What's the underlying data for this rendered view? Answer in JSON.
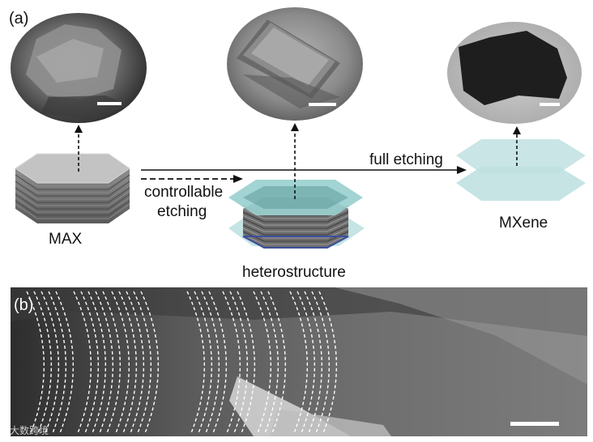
{
  "figure": {
    "panel_a": {
      "label": "(a)",
      "stages": [
        {
          "id": "max",
          "label": "MAX"
        },
        {
          "id": "heterostructure",
          "label": "heterostructure"
        },
        {
          "id": "mxene",
          "label": "MXene"
        }
      ],
      "arrows": {
        "controllable": {
          "label_line1": "controllable",
          "label_line2": "etching"
        },
        "full": {
          "label": "full etching"
        }
      }
    },
    "panel_b": {
      "label": "(b)",
      "watermark": "大数跨境"
    },
    "colors": {
      "max_layer": "#c3c3c3",
      "max_side": "#6e6e6e",
      "mxene_sheet": "#bfe1e0",
      "hetero_sheet": "#9ad0cf",
      "hetero_inner": "#5e9b9a",
      "accent_blue": "#3d4f9e"
    }
  }
}
